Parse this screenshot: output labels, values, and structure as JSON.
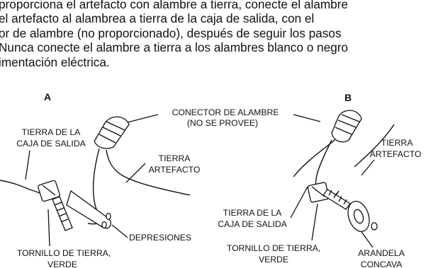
{
  "paragraph": {
    "lines": [
      "proporciona el artefacto con alambre a tierra, conecte el alambre",
      "el artefacto al alambrea a tierra de la caja de salida, con el",
      "or de alambre (no proporcionado), después de seguir los pasos",
      "Nunca conecte el alambre a tierra a los alambres blanco o negro",
      "imentación eléctrica."
    ]
  },
  "diagram": {
    "panel_a": "A",
    "panel_b": "B",
    "connector_label": [
      "CONECTOR DE ALAMBRE",
      "(NO SE PROVEE)"
    ],
    "outlet_ground_a": [
      "TIERRA DE LA",
      "CAJA DE SALIDA"
    ],
    "fixture_ground_a": [
      "TIERRA",
      "ARTEFACTO"
    ],
    "dimples": "DEPRESIONES",
    "ground_screw_a": [
      "TORNILLO DE TIERRA,",
      "VERDE"
    ],
    "outlet_ground_b": [
      "TIERRA DE LA",
      "CAJA DE SALIDA"
    ],
    "fixture_ground_b": [
      "TIERRA",
      "ARTEFACTO"
    ],
    "ground_screw_b": [
      "TORNILLO DE TIERRA,",
      "VERDE"
    ],
    "cup_washer": [
      "ARANDELA",
      "CONCAVA"
    ]
  }
}
